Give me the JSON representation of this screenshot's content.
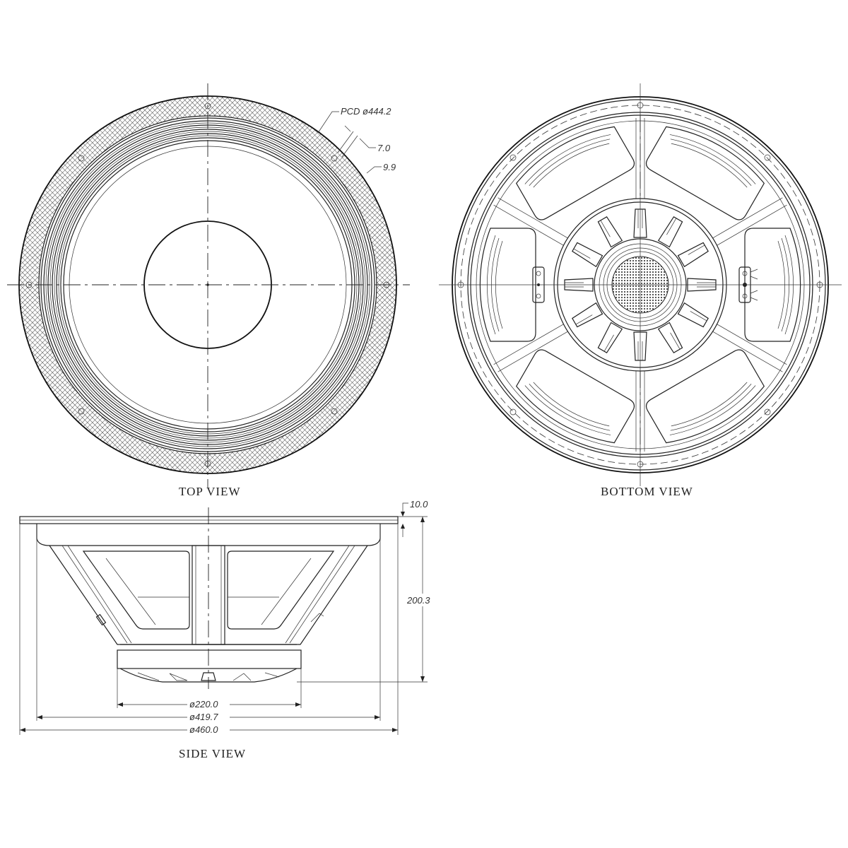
{
  "drawing": {
    "views": {
      "top": {
        "label": "TOP VIEW"
      },
      "bottom": {
        "label": "BOTTOM VIEW"
      },
      "side": {
        "label": "SIDE VIEW"
      }
    },
    "dimensions": {
      "pcd": "PCD ø444.2",
      "slot_width": "7.0",
      "hole_offset": "9.9",
      "flange_thickness": "10.0",
      "overall_depth": "200.3",
      "magnet_diameter": "ø220.0",
      "baffle_cutout": "ø419.7",
      "outer_diameter": "ø460.0"
    },
    "features": {
      "bottom_spokes": 6,
      "magnet_fins": 12,
      "mounting_holes": 8
    }
  }
}
